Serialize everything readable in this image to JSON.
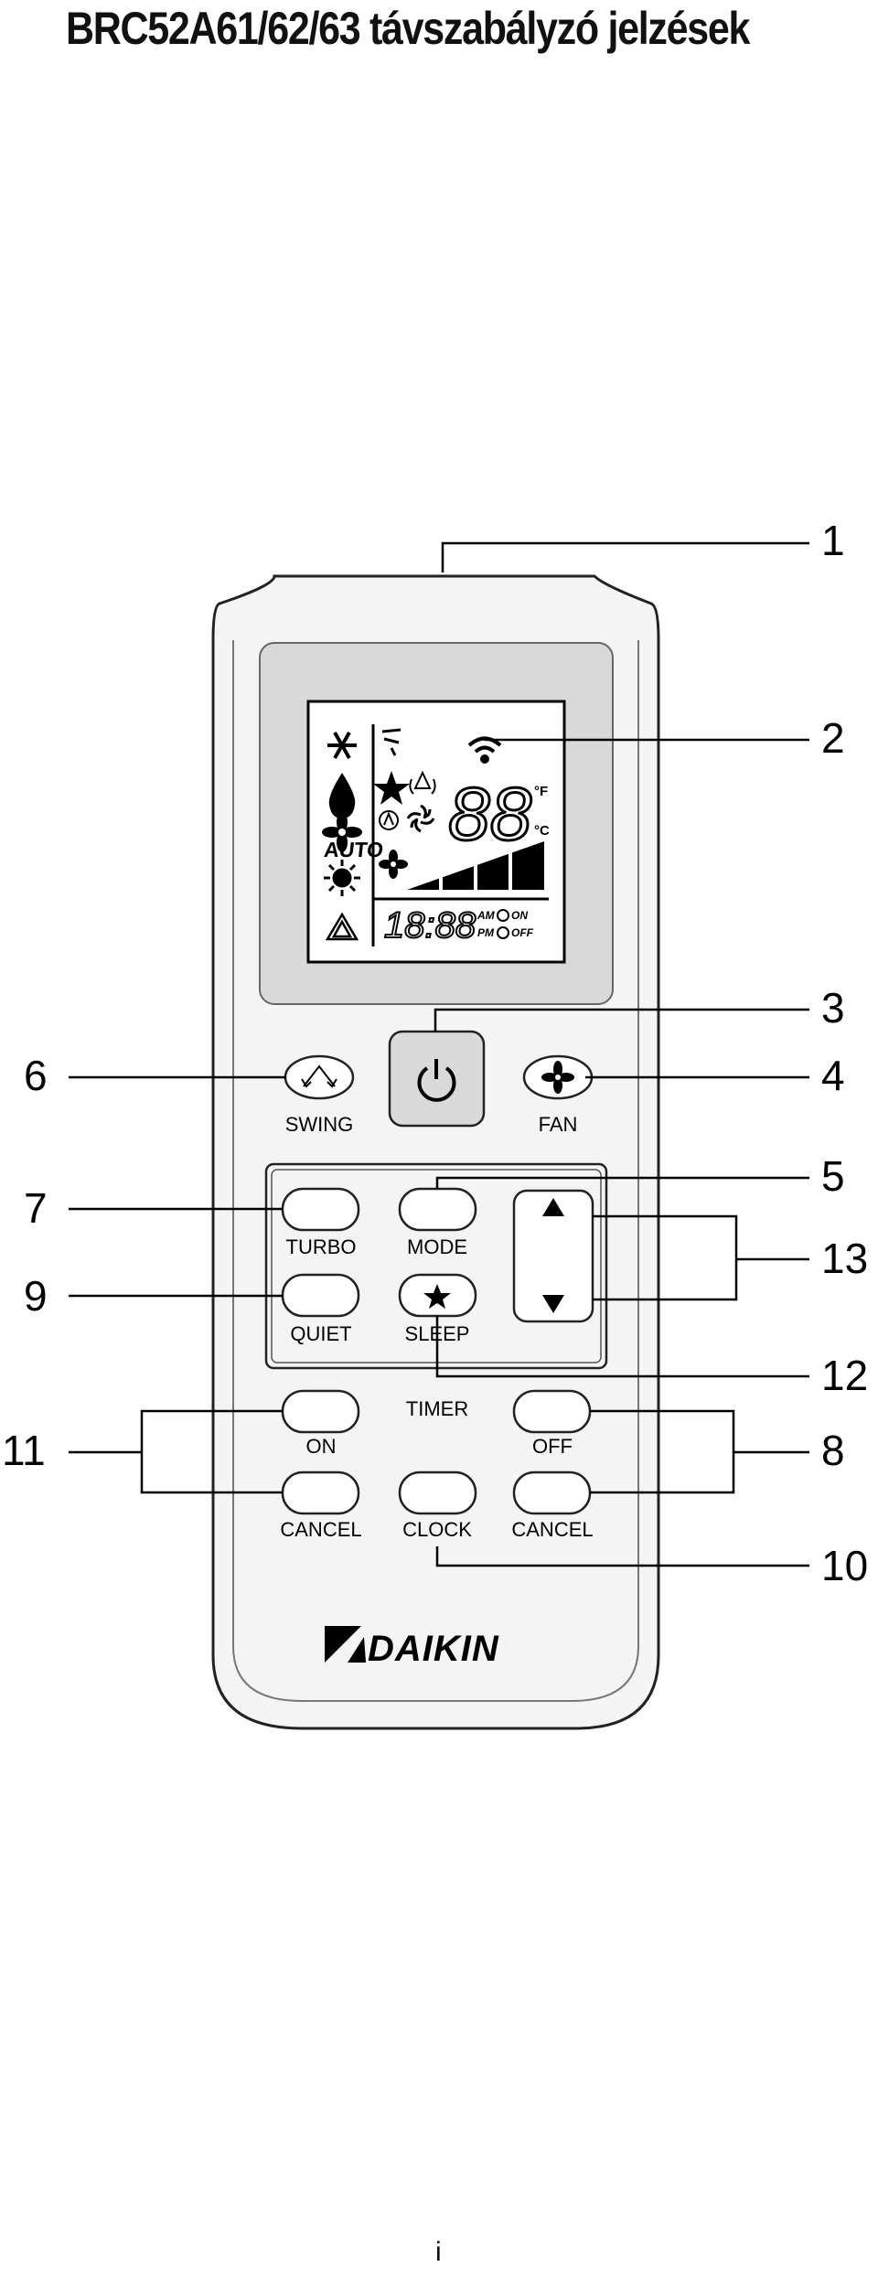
{
  "title": "BRC52A61/62/63 távszabályzó jelzések",
  "footer_page": "i",
  "display": {
    "temp_digits": "88",
    "fahrenheit_unit": "°F",
    "celsius_unit": "°C",
    "auto_text": "AUTO",
    "clock_digits": "18:88",
    "am_text": "AM",
    "pm_text": "PM",
    "on_text": "ON",
    "off_text": "OFF"
  },
  "buttons": {
    "swing": "SWING",
    "fan": "FAN",
    "turbo": "TURBO",
    "mode": "MODE",
    "quiet": "QUIET",
    "sleep": "SLEEP",
    "timer": "TIMER",
    "on": "ON",
    "off": "OFF",
    "cancel_left": "CANCEL",
    "clock": "CLOCK",
    "cancel_right": "CANCEL"
  },
  "callouts": [
    "1",
    "2",
    "3",
    "4",
    "5",
    "6",
    "7",
    "8",
    "9",
    "10",
    "11",
    "12",
    "13"
  ],
  "brand": "DAIKIN"
}
